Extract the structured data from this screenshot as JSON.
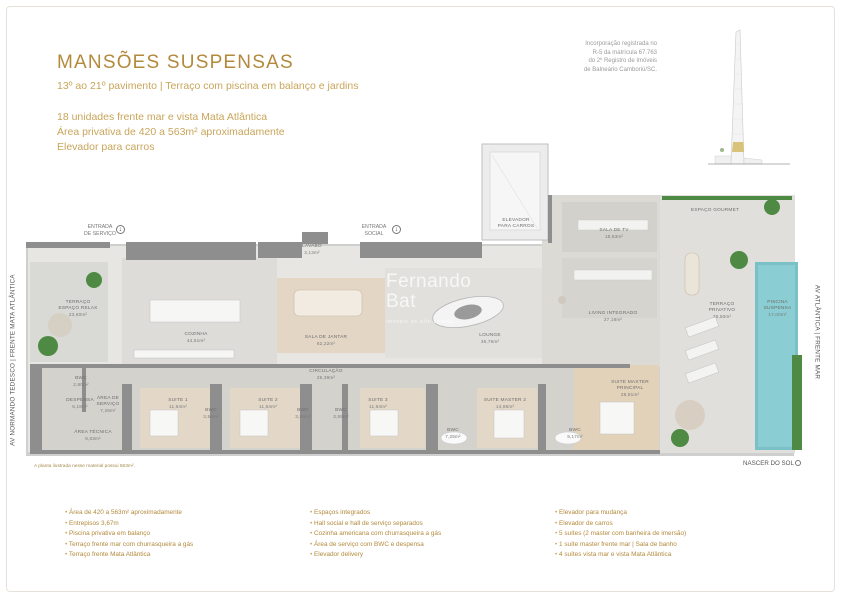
{
  "header": {
    "title": "MANSÕES SUSPENSAS",
    "subtitle": "13º ao 21º pavimento | Terraço com piscina em balanço e jardins",
    "lines": [
      "18 unidades frente mar e vista Mata Atlântica",
      "Área privativa de 420 a 563m² aproximadamente",
      "Elevador para carros"
    ]
  },
  "registration": {
    "line1": "Incorporação registrada no",
    "line2": "R-5 da matrícula 67.763",
    "line3": "do 2º Registro de Imóveis",
    "line4": "de Balneário Camboriú/SC."
  },
  "watermark": {
    "name1": "Fernando",
    "name2": "Bat",
    "sub": "imóveis de alto padrão"
  },
  "entrances": {
    "service": {
      "line1": "ENTRADA",
      "line2": "DE SERVIÇO"
    },
    "social": {
      "line1": "ENTRADA",
      "line2": "SOCIAL"
    }
  },
  "streets": {
    "left": "AV NORMANDO TEDESCO | FRENTE MATA ATLÂNTICA",
    "right": "AV ATLÂNTICA | FRENTE MAR"
  },
  "rooms": {
    "elevator_cars": {
      "name": "ELEVADOR",
      "name2": "PARA CARROS"
    },
    "gourmet": {
      "name": "ESPAÇO GOURMET"
    },
    "tv": {
      "name": "SALA DE TV",
      "area": "18,63m²"
    },
    "living": {
      "name": "LIVING INTEGRADO",
      "area": "27,18m²"
    },
    "terrace_private": {
      "name": "TERRAÇO",
      "name2": "PRIVATIVO",
      "area": "78,50m²"
    },
    "pool": {
      "name": "PISCINA",
      "name2": "SUSPENSA",
      "area": "17,00m²"
    },
    "terrace_relax": {
      "name": "TERRAÇO",
      "name2": "ESPAÇO RELAX",
      "area": "23,60m²"
    },
    "kitchen": {
      "name": "COZINHA",
      "area": "44,51m²"
    },
    "dining": {
      "name": "SALA DE JANTAR",
      "area": "62,22m²"
    },
    "lounge": {
      "name": "LOUNGE",
      "area": "36,76m²"
    },
    "lavabo": {
      "name": "LAVABO",
      "area": "3,13m²"
    },
    "circulation": {
      "name": "CIRCULAÇÃO",
      "area": "25,39m²"
    },
    "bwc_small": {
      "name": "BWC",
      "area": "2,80m²"
    },
    "pantry": {
      "name": "DESPENSA",
      "area": "6,18m²"
    },
    "service_area": {
      "name": "ÁREA DE",
      "name2": "SERVIÇO",
      "area": "7,26m²"
    },
    "technical": {
      "name": "ÁREA TÉCNICA",
      "area": "8,63m²"
    },
    "suite1": {
      "name": "SUITE 1",
      "area": "11,64m²"
    },
    "bwc1": {
      "name": "BWC",
      "area": "3,59m²"
    },
    "suite2": {
      "name": "SUITE 2",
      "area": "11,64m²"
    },
    "bwc2": {
      "name": "BWC",
      "area": "3,59m²"
    },
    "bwc3": {
      "name": "BWC",
      "area": "3,59m²"
    },
    "suite3": {
      "name": "SUITE 3",
      "area": "11,64m²"
    },
    "bwc4": {
      "name": "BWC",
      "area": "7,25m²"
    },
    "suite_master2": {
      "name": "SUITE MASTER 2",
      "area": "14,86m²"
    },
    "bwc5": {
      "name": "BWC",
      "area": "9,17m²"
    },
    "suite_master": {
      "name": "SUITE MASTER",
      "name2": "PRINCIPAL",
      "area": "28,81m²"
    }
  },
  "sunrise": "NASCER DO SOL",
  "note": "A planta ilustrada nesse material possui 563m².",
  "features": {
    "col1": [
      "Área de 420 a 563m² aproximadamente",
      "Entrepisos 3,67m",
      "Piscina privativa em balanço",
      "Terraço frente mar com churrasqueira a gás",
      "Terraço frente Mata Atlântica"
    ],
    "col2": [
      "Espaços integrados",
      "Hall social e hall de serviço separados",
      "Cozinha americana com churrasqueira a gás",
      "Área de serviço com BWC e despensa",
      "Elevador delivery"
    ],
    "col3": [
      "Elevador para mudança",
      "Elevador de carros",
      "5 suítes (2 master com banheira de imersão)",
      "1 suíte master frente mar | Sala de banho",
      "4 suítes vista mar e vista Mata Atlântica"
    ]
  }
}
